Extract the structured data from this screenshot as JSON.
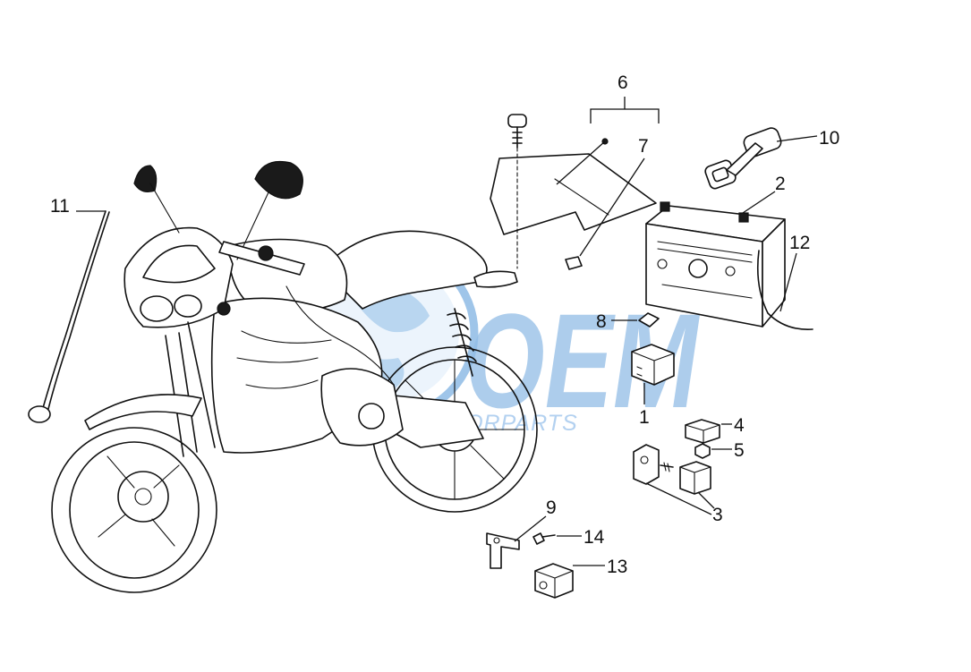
{
  "callouts": [
    {
      "id": "1",
      "label": "1"
    },
    {
      "id": "2",
      "label": "2"
    },
    {
      "id": "3",
      "label": "3"
    },
    {
      "id": "4",
      "label": "4"
    },
    {
      "id": "5",
      "label": "5"
    },
    {
      "id": "6",
      "label": "6"
    },
    {
      "id": "7",
      "label": "7"
    },
    {
      "id": "8",
      "label": "8"
    },
    {
      "id": "9",
      "label": "9"
    },
    {
      "id": "10",
      "label": "10"
    },
    {
      "id": "11",
      "label": "11"
    },
    {
      "id": "12",
      "label": "12"
    },
    {
      "id": "13",
      "label": "13"
    },
    {
      "id": "14",
      "label": "14"
    }
  ],
  "watermark": {
    "brand": "OEM",
    "tagline": "MOTORPARTS",
    "color": "#7fb2e2"
  }
}
